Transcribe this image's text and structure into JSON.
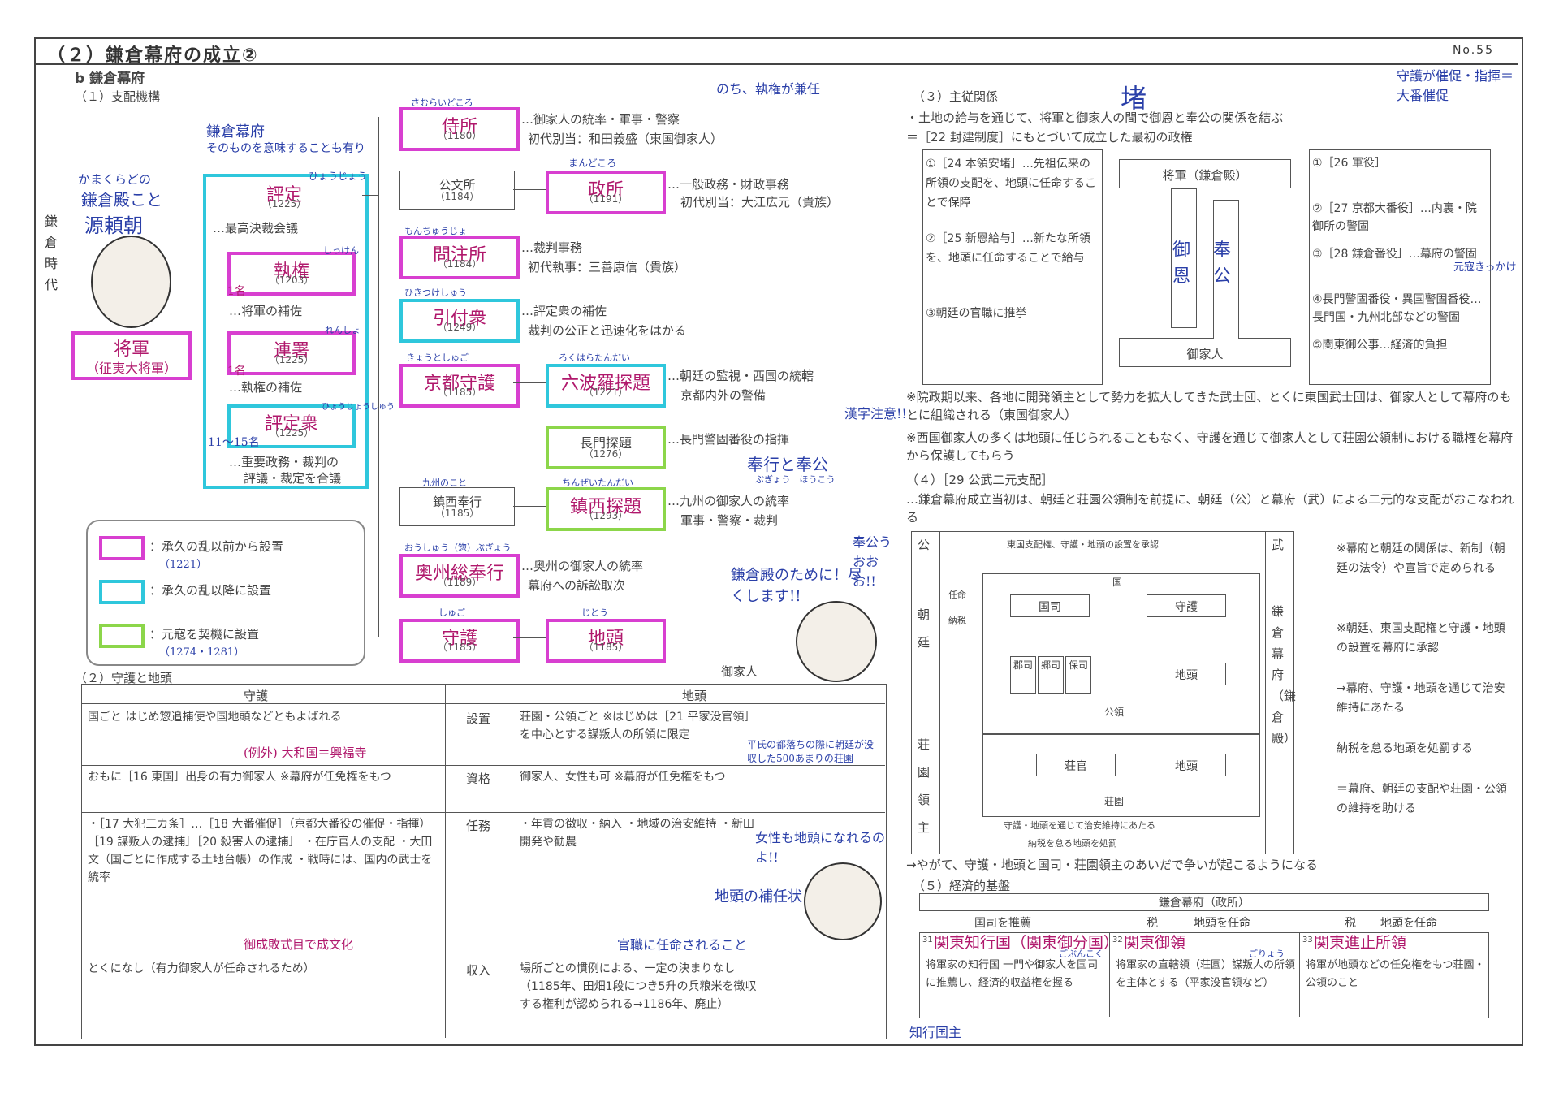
{
  "page": {
    "title": "（２）鎌倉幕府の成立②",
    "number": "No.55",
    "era": "鎌倉時代",
    "section_b": "b 鎌倉幕府"
  },
  "part1": {
    "heading": "（１）支配機構",
    "shogun": "将軍",
    "shogun_note": "（征夷大将軍）",
    "yoritomo_ruby": "かまくらどの",
    "yoritomo_note": "鎌倉殿こと",
    "yoritomo_name": "源頼朝",
    "kamakura_note1": "鎌倉幕府",
    "kamakura_note2": "そのものを意味することも有り",
    "hyojo": {
      "label": "評定",
      "ruby": "ひょうじょう",
      "year": "（1225）",
      "desc": "…最高決裁会議"
    },
    "shikken": {
      "label": "執権",
      "ruby": "しっけん",
      "year": "（1203）",
      "desc": "…将軍の補佐",
      "count": "1名"
    },
    "rensho": {
      "label": "連署",
      "ruby": "れんしょ",
      "year": "（1225）",
      "desc": "…執権の補佐",
      "count": "1名"
    },
    "hyojoshu": {
      "label": "評定衆",
      "ruby": "ひょうじょうしゅう",
      "year": "（1225）",
      "count": "11～15名",
      "desc1": "…重要政務・裁判の",
      "desc2": "評議・裁定を合議"
    },
    "samuraidokoro": {
      "label": "侍所",
      "ruby": "さむらいどころ",
      "year": "（1180）",
      "desc1": "…御家人の統率・軍事・警察",
      "desc2": "初代別当：和田義盛（東国御家人）"
    },
    "kumonjo": {
      "label": "公文所",
      "year": "（1184）"
    },
    "mandokoro": {
      "label": "政所",
      "ruby": "まんどころ",
      "year": "（1191）",
      "desc1": "…一般政務・財政事務",
      "desc2": "初代別当：大江広元（貴族）"
    },
    "monchujo": {
      "label": "問注所",
      "ruby": "もんちゅうじょ",
      "year": "（1184）",
      "desc1": "…裁判事務",
      "desc2": "初代執事：三善康信（貴族）"
    },
    "hikitsuke": {
      "label": "引付衆",
      "ruby": "ひきつけしゅう",
      "year": "（1249）",
      "desc1": "…評定衆の補佐",
      "desc2": "裁判の公正と迅速化をはかる"
    },
    "kyoto_shugo": {
      "label": "京都守護",
      "ruby": "きょうとしゅご",
      "year": "（1185）"
    },
    "rokuhara": {
      "label": "六波羅探題",
      "ruby": "ろくはらたんだい",
      "year": "（1221）",
      "desc1": "…朝廷の監視・西国の統轄",
      "desc2": "京都内外の警備"
    },
    "nagato": {
      "label": "長門探題",
      "year": "（1276）",
      "desc": "…長門警固番役の指揮"
    },
    "chinzei_bugyo": {
      "label": "鎮西奉行",
      "ruby": "九州のこと",
      "year": "（1185）"
    },
    "chinzei_tandai": {
      "label": "鎮西探題",
      "ruby": "ちんぜいたんだい",
      "year": "（1293）",
      "desc1": "…九州の御家人の統率",
      "desc2": "軍事・警察・裁判"
    },
    "oshu": {
      "label": "奥州総奉行",
      "ruby": "おうしゅう（惣）ぶぎょう",
      "year": "（1189）",
      "desc1": "…奥州の御家人の統率",
      "desc2": "幕府への訴訟取次"
    },
    "shugo": {
      "label": "守護",
      "ruby": "しゅご",
      "year": "（1185）"
    },
    "jito": {
      "label": "地頭",
      "ruby": "じとう",
      "year": "（1185）"
    },
    "note_shikken": "のち、執権が兼任",
    "note_kanji": "漢字注意!!",
    "note_bugyo": "奉行と奉公",
    "note_bugyo_ruby": "ぶぎょう　ほうこう",
    "legend": [
      {
        "color": "#d83fd0",
        "text": "：承久の乱以前から設置",
        "year": "（1221）"
      },
      {
        "color": "#2fc7dc",
        "text": "：承久の乱以降に設置",
        "year": ""
      },
      {
        "color": "#8cd64a",
        "text": "：元寇を契機に設置",
        "year": "（1274・1281）"
      }
    ],
    "speech1": "鎌倉殿のために！尽くします!!",
    "speech1_note": "奉公うおおお!!",
    "gokenin_label": "御家人"
  },
  "part2": {
    "heading": "（２）守護と地頭",
    "col_shugo": "守護",
    "col_jito": "地頭",
    "rows": [
      {
        "label": "設置",
        "shugo": "国ごと はじめ惣追捕使や国地頭などともよばれる",
        "shugo_hand": "(例外) 大和国＝興福寺",
        "jito": "荘園・公領ごと ※はじめは［21 平家没官領］を中心とする謀叛人の所領に限定",
        "jito_hand": "平氏の都落ちの際に朝廷が没収した500あまりの荘園"
      },
      {
        "label": "資格",
        "shugo": "おもに［16 東国］出身の有力御家人 ※幕府が任免権をもつ",
        "jito": "御家人、女性も可 ※幕府が任免権をもつ"
      },
      {
        "label": "任務",
        "shugo": "・［17 大犯三カ条］…［18 大番催促］（京都大番役の催促・指揮）［19 謀叛人の逮捕］［20 殺害人の逮捕］ ・在庁官人の支配 ・大田文（国ごとに作成する土地台帳）の作成 ・戦時には、国内の武士を統率",
        "shugo_hand": "御成敗式目で成文化",
        "jito": "・年貢の徴収・納入 ・地域の治安維持 ・新田開発や勧農"
      },
      {
        "label": "収入",
        "shugo": "とくになし（有力御家人が任命されるため）",
        "jito": "場所ごとの慣例による、一定の決まりなし（1185年、田畑1段につき5升の兵粮米を徴収する権利が認められる→1186年、廃止）"
      }
    ],
    "speech2": "女性も地頭になれるのよ!!",
    "note_bunin": "地頭の補任状",
    "note_bunin2": "官職に任命されること"
  },
  "part3": {
    "heading": "（３）主従関係",
    "line1": "・土地の給与を通じて、将軍と御家人の間で御恩と奉公の関係を結ぶ",
    "line2": "＝［22 封建制度］にもとづいて成立した最初の政権",
    "kanji_note": "堵",
    "shogun_box": "将軍（鎌倉殿）",
    "gokenin_box": "御家人",
    "goon": "御恩",
    "hoko": "奉公",
    "left_items": [
      "①［24 本領安堵］…先祖伝来の所領の支配を、地頭に任命することで保障",
      "②［25 新恩給与］…新たな所領を、地頭に任命することで給与",
      "③朝廷の官職に推挙"
    ],
    "right_items": [
      "①［26 軍役］",
      "②［27 京都大番役］…内裏・院御所の警固",
      "③［28 鎌倉番役］…幕府の警固",
      "④長門警固番役・異国警固番役…長門国・九州北部などの警固",
      "⑤関東御公事…経済的負担"
    ],
    "note_top": "守護が催促・指揮＝大番催促",
    "note_genko": "元寇きっかけ",
    "para1": "※院政期以来、各地に開発領主として勢力を拡大してきた武士団、とくに東国武士団は、御家人として幕府のもとに組織される（東国御家人）",
    "para2": "※西国御家人の多くは地頭に任じられることもなく、守護を通じて御家人として荘園公領制における職権を幕府から保護してもらう"
  },
  "part4": {
    "heading": "（４）［29 公武二元支配］",
    "desc": "…鎌倉幕府成立当初は、朝廷と荘園公領制を前提に、朝廷（公）と幕府（武）による二元的な支配がおこなわれる",
    "ko": "公",
    "bu": "武",
    "chotei": "朝廷",
    "shoen_ryoshu": "荘園領主",
    "bakufu": "鎌倉幕府（鎌倉殿）",
    "top_arrow": "東国支配権、守護・地頭の設置を承認",
    "koku": "国",
    "kokushi": "国司",
    "shugo": "守護",
    "jito": "地頭",
    "gun": [
      "郡司",
      "郷司",
      "保司"
    ],
    "koryo": "公領",
    "shokan": "荘官",
    "shoen": "荘園",
    "ninmei": "任命",
    "nozei": "納税",
    "bottom1": "守護・地頭を通じて治安維持にあたる",
    "bottom2": "納税を怠る地頭を処罰",
    "notes": [
      "※幕府と朝廷の関係は、新制（朝廷の法令）や宣旨で定められる",
      "※朝廷、東国支配権と守護・地頭の設置を幕府に承認",
      "→幕府、守護・地頭を通じて治安維持にあたる",
      "納税を怠る地頭を処罰する",
      "＝幕府、朝廷の支配や荘園・公領の維持を助ける"
    ],
    "conflict": "→やがて、守護・地頭と国司・荘園領主のあいだで争いが起こるようになる"
  },
  "part5": {
    "heading": "（５）経済的基盤",
    "top": "鎌倉幕府（政所）",
    "labels": [
      "国司を推薦",
      "税",
      "地頭を任命",
      "税",
      "地頭を任命"
    ],
    "items": [
      {
        "name": "関東知行国（関東御分国）",
        "num": "31",
        "desc": "将軍家の知行国 一門や御家人を国司に推薦し、経済的収益権を握る",
        "ruby": "ごぶんこく"
      },
      {
        "name": "関東御領",
        "num": "32",
        "desc": "将軍家の直轄領（荘園）謀叛人の所領を主体とする（平家没官領など）",
        "ruby": "ごりょう"
      },
      {
        "name": "関東進止所領",
        "num": "33",
        "desc": "将軍が地頭などの任免権をもつ荘園・公領のこと",
        "ruby": ""
      }
    ],
    "note": "知行国主"
  }
}
